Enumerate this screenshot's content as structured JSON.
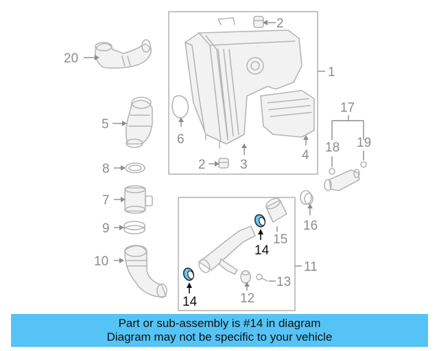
{
  "callouts": {
    "c1": "1",
    "c2a": "2",
    "c2b": "2",
    "c3": "3",
    "c4": "4",
    "c5": "5",
    "c6": "6",
    "c7": "7",
    "c8": "8",
    "c9": "9",
    "c10": "10",
    "c11": "11",
    "c12": "12",
    "c13": "13",
    "c14a": "14",
    "c14b": "14",
    "c15": "15",
    "c16": "16",
    "c17": "17",
    "c18": "18",
    "c19": "19",
    "c20": "20"
  },
  "banner": {
    "line1": "Part or sub-assembly is #14 in diagram",
    "line2": "Diagram may not be specific to your vehicle"
  },
  "colors": {
    "highlight": "#6ec7f0",
    "banner": "#55c3f5",
    "line_art": "#b5b5b5",
    "callout_text": "#8c8c8c"
  }
}
